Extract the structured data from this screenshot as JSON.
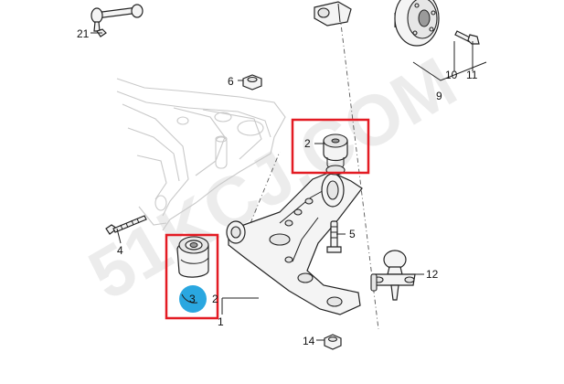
{
  "watermark": "51KCJ.COM",
  "colors": {
    "highlight": "#e31b23",
    "marker": "#2aa7e0"
  },
  "callouts": {
    "p1": "1",
    "p2a": "2",
    "p2b": "2",
    "p3": "3",
    "p4": "4",
    "p5": "5",
    "p6": "6",
    "p9": "9",
    "p10": "10",
    "p11": "11",
    "p12": "12",
    "p14": "14",
    "p21": "21"
  }
}
